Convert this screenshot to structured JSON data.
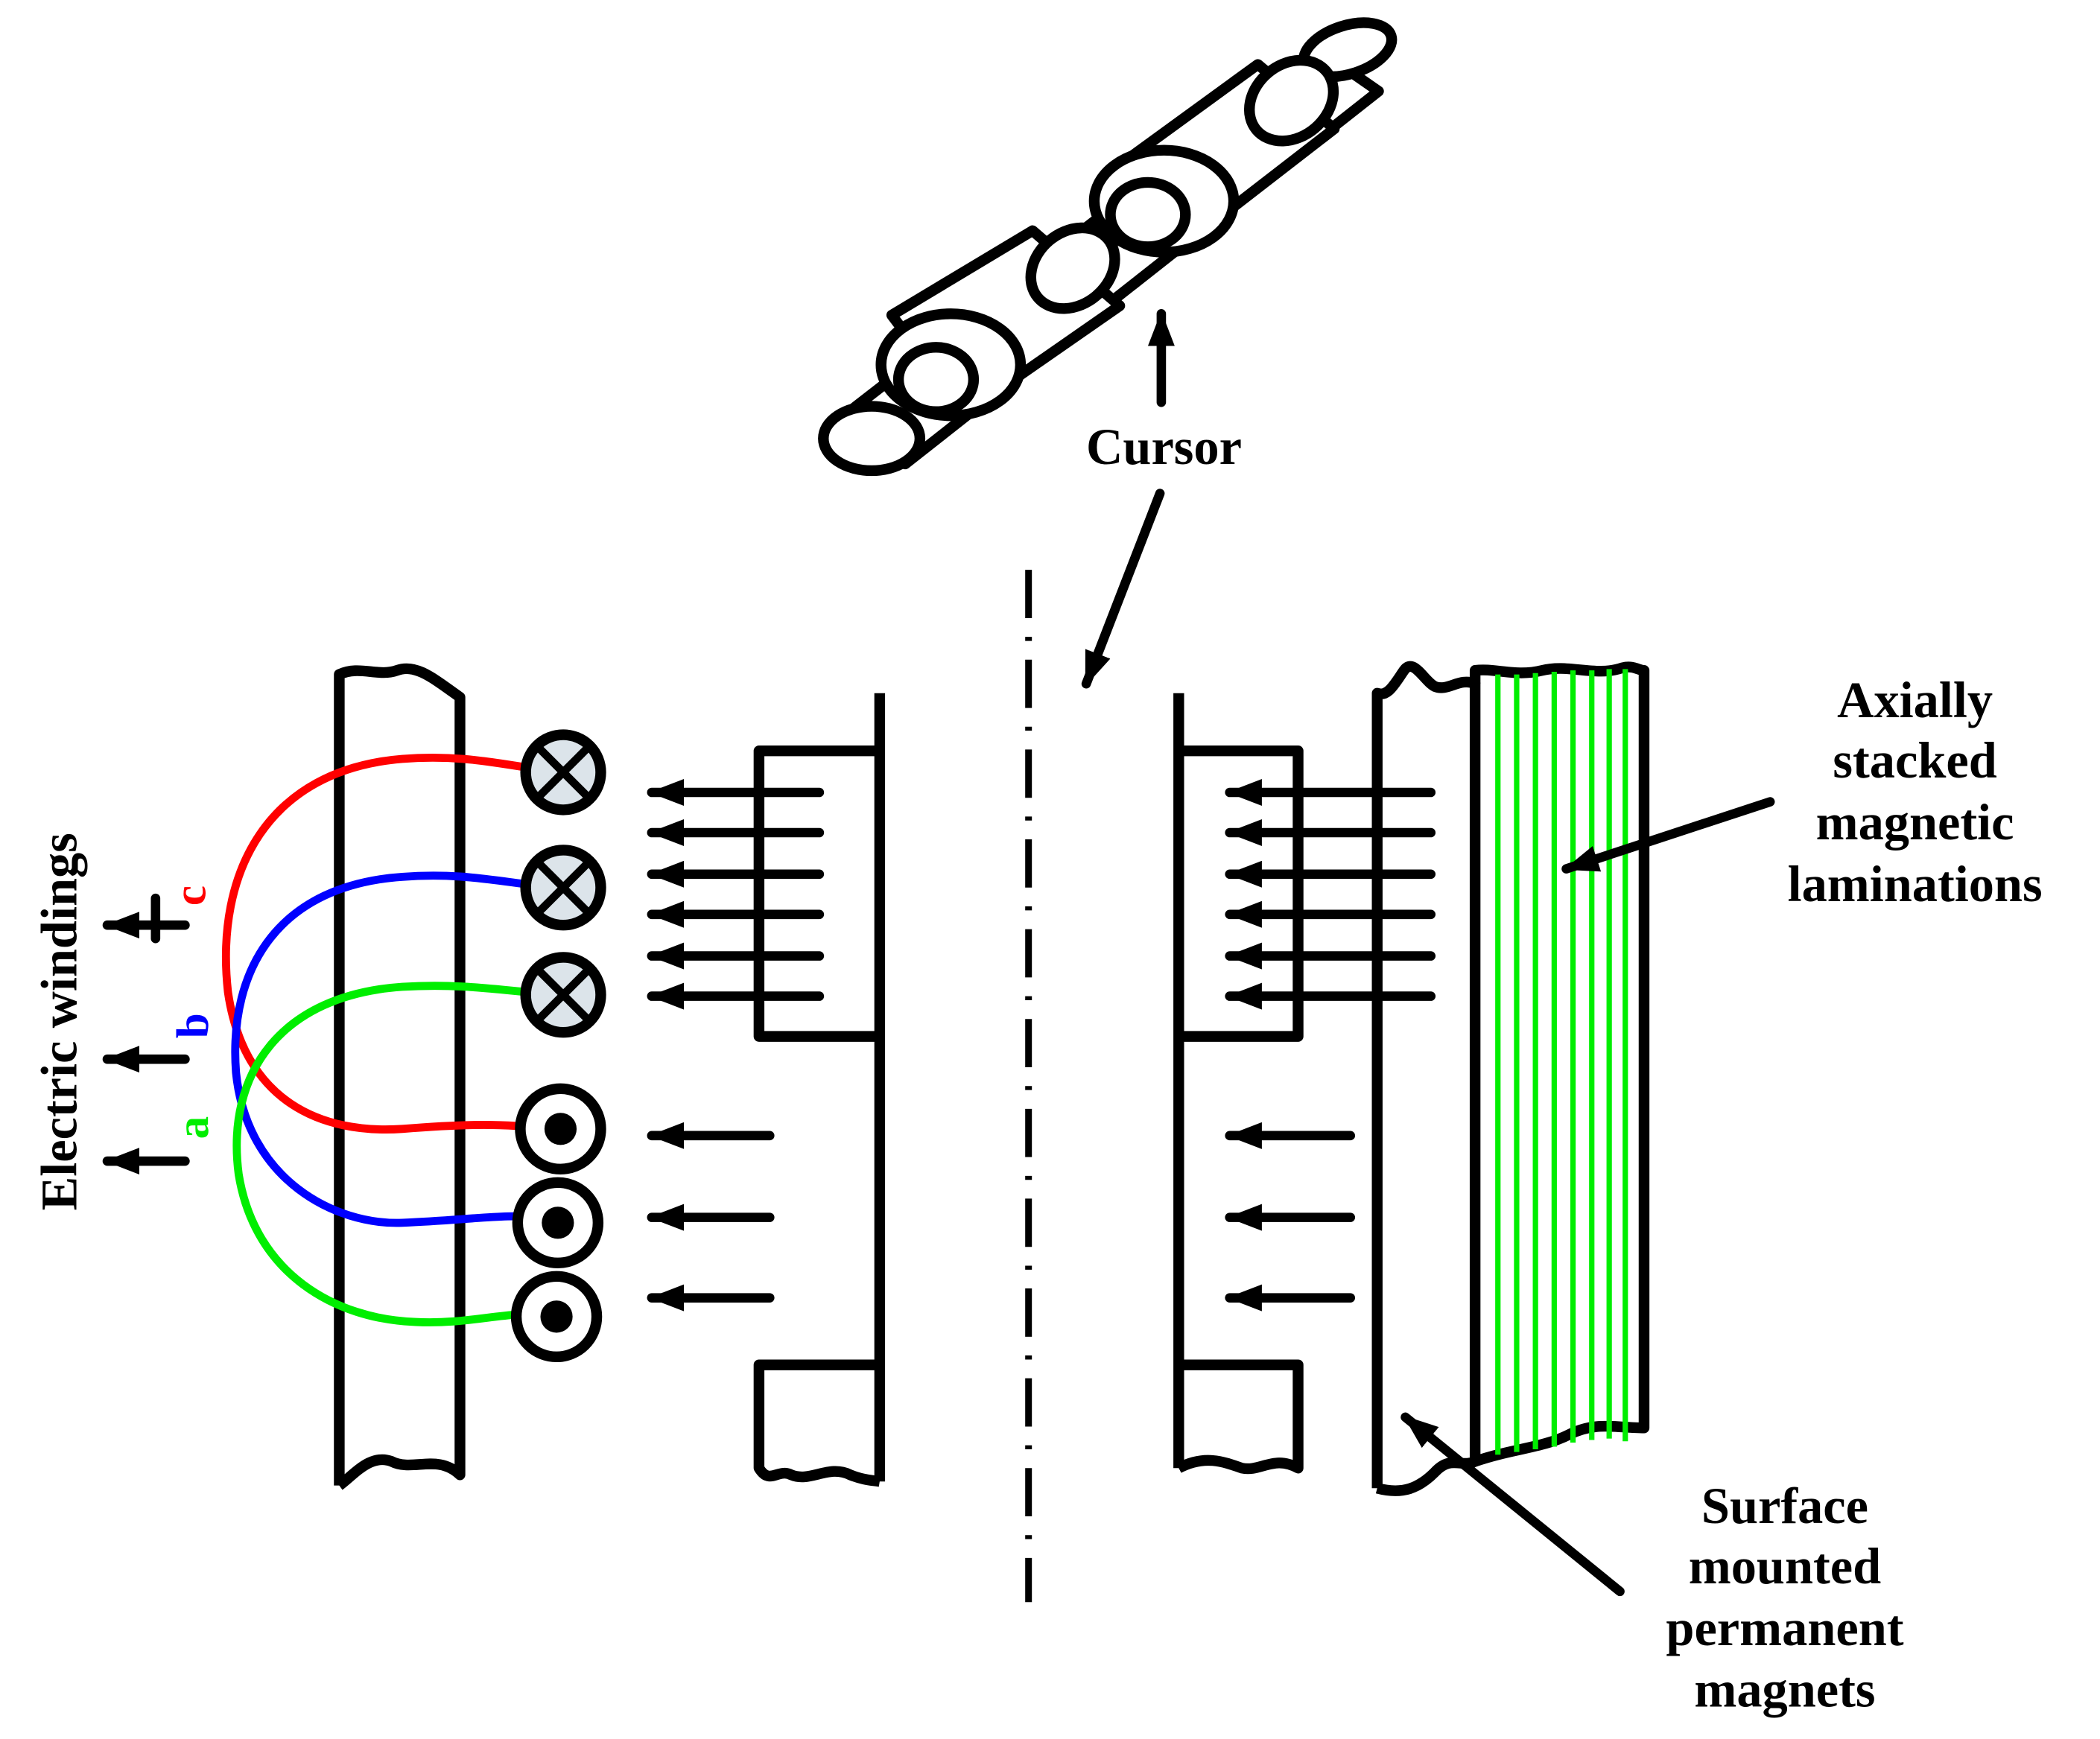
{
  "labels": {
    "cursor": "Cursor",
    "laminations": [
      "Axially",
      "stacked",
      "magnetic",
      "laminations"
    ],
    "magnets": [
      "Surface",
      "mounted",
      "permanent",
      "magnets"
    ],
    "windings": "Electric windings",
    "phase_a": "a",
    "phase_b": "b",
    "phase_c": "c"
  },
  "colors": {
    "phase_a": "#00ee00",
    "phase_b": "#0000ff",
    "phase_c": "#ff0000",
    "lamination": "#00ee00",
    "stroke": "#000000"
  },
  "conductors": {
    "into_page": 3,
    "out_of_page": 3
  }
}
